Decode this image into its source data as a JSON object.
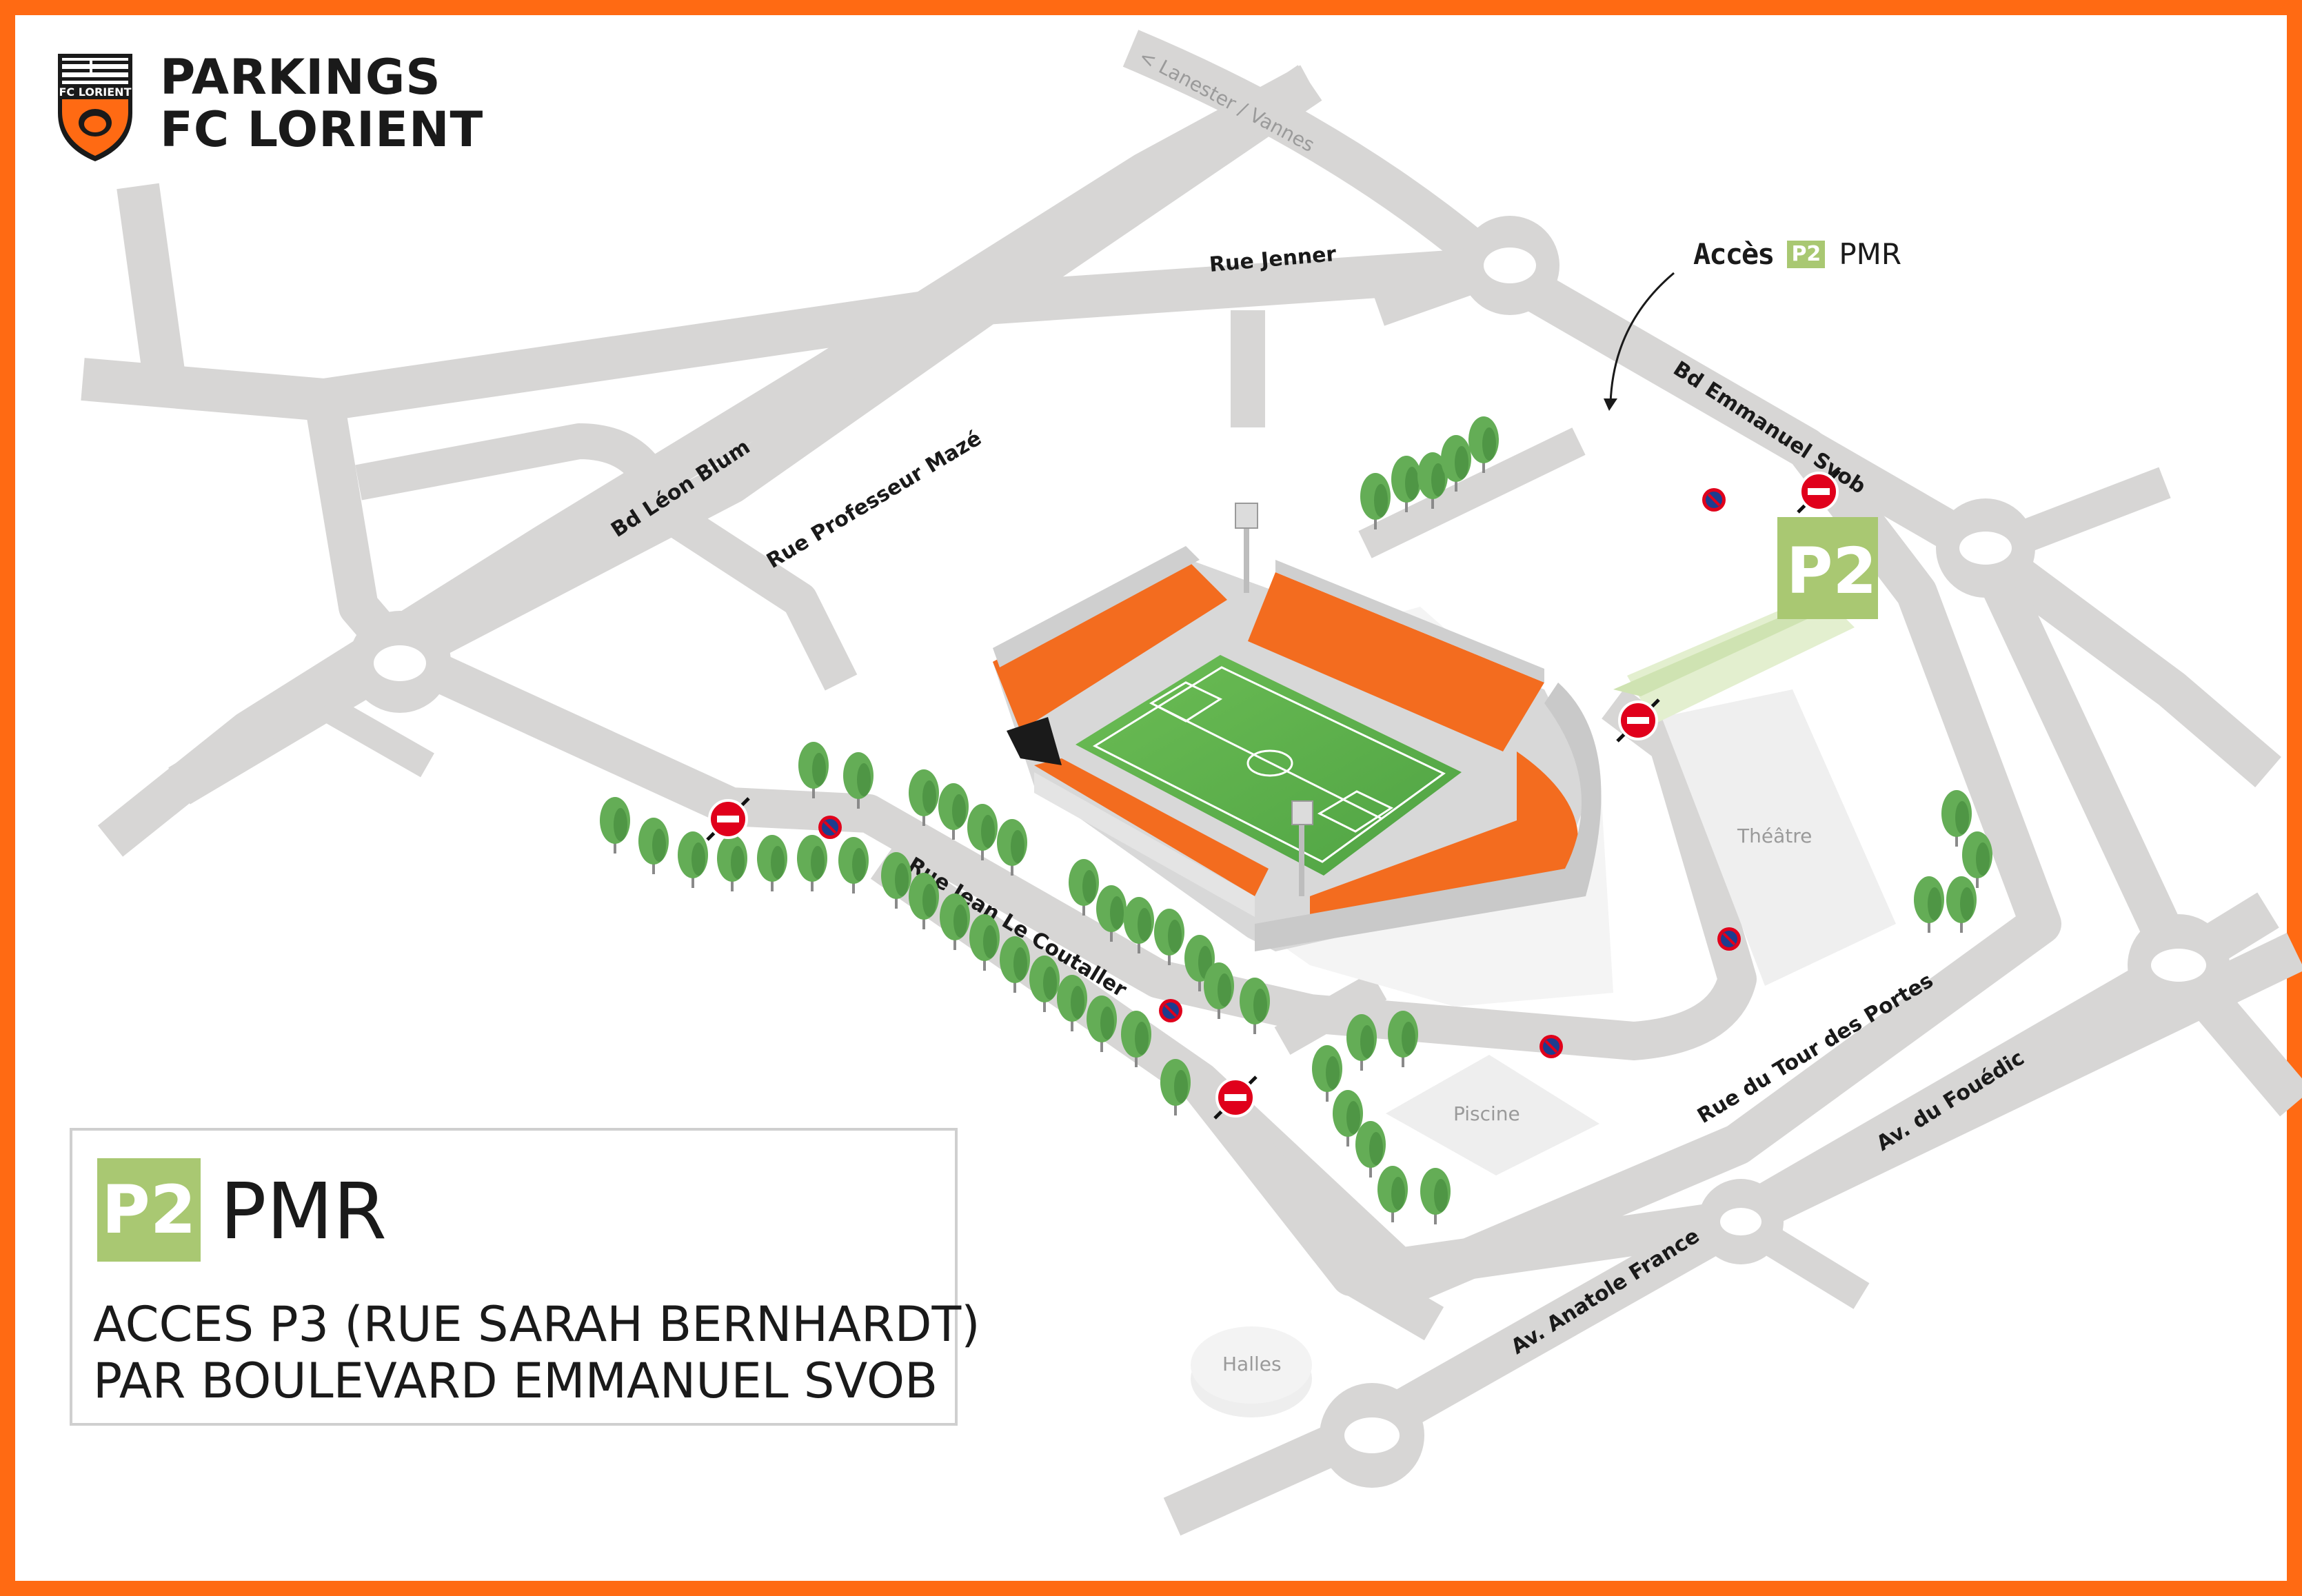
{
  "brand": {
    "logo_text": "FC LORIENT",
    "title_line1": "PARKINGS",
    "title_line2": "FC LORIENT"
  },
  "colors": {
    "frame": "#ff6a13",
    "road": "#d7d6d5",
    "parking_green": "#a9c872",
    "tree": "#64ad56",
    "stand_orange": "#f36c1f",
    "pitch": "#5bb04a",
    "no_entry_red": "#e0001b",
    "no_parking_blue": "#1d3d8f"
  },
  "access_note": {
    "label": "Accès",
    "badge": "P2",
    "text": "PMR"
  },
  "parking": {
    "badge": "P2"
  },
  "streets": {
    "lanester": "< Lanester / Vannes",
    "jenner": "Rue Jenner",
    "svob": "Bd Emmanuel Svob",
    "blum": "Bd Léon Blum",
    "maze": "Rue Professeur Mazé",
    "coutaller": "Rue Jean Le Coutaller",
    "tour_des_portes": "Rue du Tour des Portes",
    "fouedic": "Av. du Fouédic",
    "anatole": "Av. Anatole France"
  },
  "places": {
    "theatre": "Théâtre",
    "piscine": "Piscine",
    "halles": "Halles"
  },
  "icons": {
    "no_entry": "no-entry-icon",
    "no_parking": "no-parking-icon",
    "tree": "tree-icon",
    "floodlight": "floodlight-icon"
  },
  "legend": {
    "badge": "P2",
    "title": "PMR",
    "line1": "ACCES P3 (RUE SARAH BERNHARDT)",
    "line2": "PAR BOULEVARD EMMANUEL SVOB"
  }
}
